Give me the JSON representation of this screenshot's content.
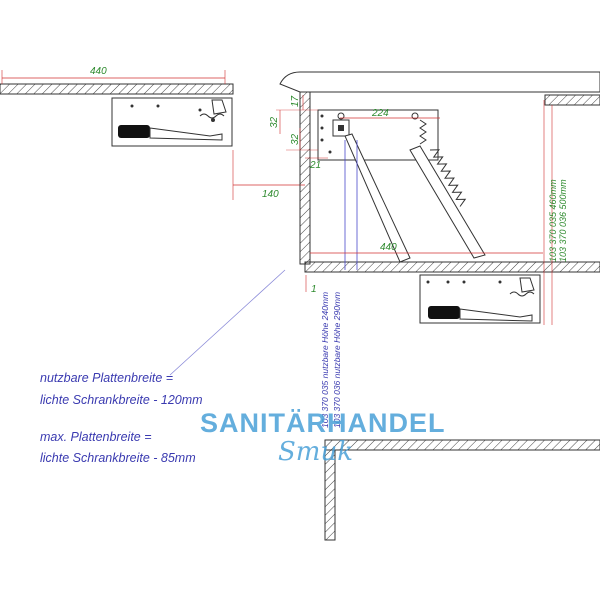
{
  "dims": {
    "top_left": "440",
    "d140": "140",
    "d224": "224",
    "d17": "17",
    "d32a": "32",
    "d32b": "32",
    "d21": "21",
    "shelf": "440",
    "d1": "1",
    "v460": "103 370 035 460mm",
    "v500": "103 370 036 500mm"
  },
  "labels": {
    "height240": "103 370 035 nutzbare Höhe 240mm",
    "height290": "103 370 036 nutzbare Höhe 290mm"
  },
  "notes": [
    "nutzbare Plattenbreite =",
    "lichte Schrankbreite - 120mm",
    "max. Plattenbreite =",
    "lichte Schrankbreite - 85mm"
  ],
  "watermark": {
    "line1": "SANITÄRHANDEL",
    "line2": "Smuk"
  },
  "colors": {
    "dimension": "#2d8a2d",
    "dimension_line": "#d03030",
    "note": "#3a3ab0",
    "watermark": "#4aa0d8"
  }
}
